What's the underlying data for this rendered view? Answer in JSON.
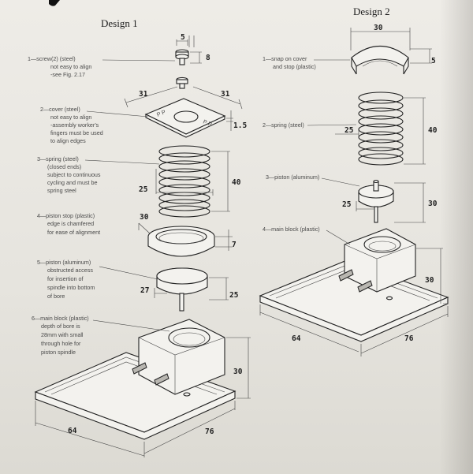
{
  "titles": {
    "design1": "Design 1",
    "design2": "Design 2"
  },
  "design1_labels": {
    "screw": [
      "1—screw(2) (steel)",
      "not easy to align",
      "-see Fig. 2.17"
    ],
    "cover": [
      "2—cover (steel)",
      "not easy to align",
      "-assembly worker's",
      "fingers must be used",
      "to align edges"
    ],
    "spring": [
      "3—spring (steel)",
      "(closed ends)",
      "subject to continuous",
      "cycling and must be",
      "spring steel"
    ],
    "piston_stop": [
      "4—piston stop (plastic)",
      "edge is chamfered",
      "for ease of alignment"
    ],
    "piston": [
      "5—piston (aluminum)",
      "obstructed access",
      "for insertion of",
      "spindle into bottom",
      "of bore"
    ],
    "main_block": [
      "6—main block (plastic)",
      "depth of bore is",
      "28mm with small",
      "through hole for",
      "piston spindle"
    ]
  },
  "design2_labels": {
    "snap_cover": [
      "1—snap on cover",
      "and stop (plastic)"
    ],
    "spring": [
      "2—spring (steel)"
    ],
    "piston": [
      "3—piston (aluminum)"
    ],
    "main_block": [
      "4—main block (plastic)"
    ]
  },
  "dims_d1": {
    "screw_w": "5",
    "screw_h": "8",
    "cover_l": "31",
    "cover_r": "31",
    "cover_t": "1.5",
    "spring_d": "25",
    "spring_h": "40",
    "stop_d": "30",
    "stop_h": "7",
    "piston_d": "27",
    "piston_h": "25",
    "block_h": "30",
    "base_l": "64",
    "base_r": "76"
  },
  "dims_d2": {
    "cover_d": "30",
    "cover_h": "5",
    "spring_d": "25",
    "spring_h": "40",
    "piston_d": "25",
    "piston_h": "30",
    "block_h": "30",
    "base_l": "64",
    "base_r": "76"
  }
}
